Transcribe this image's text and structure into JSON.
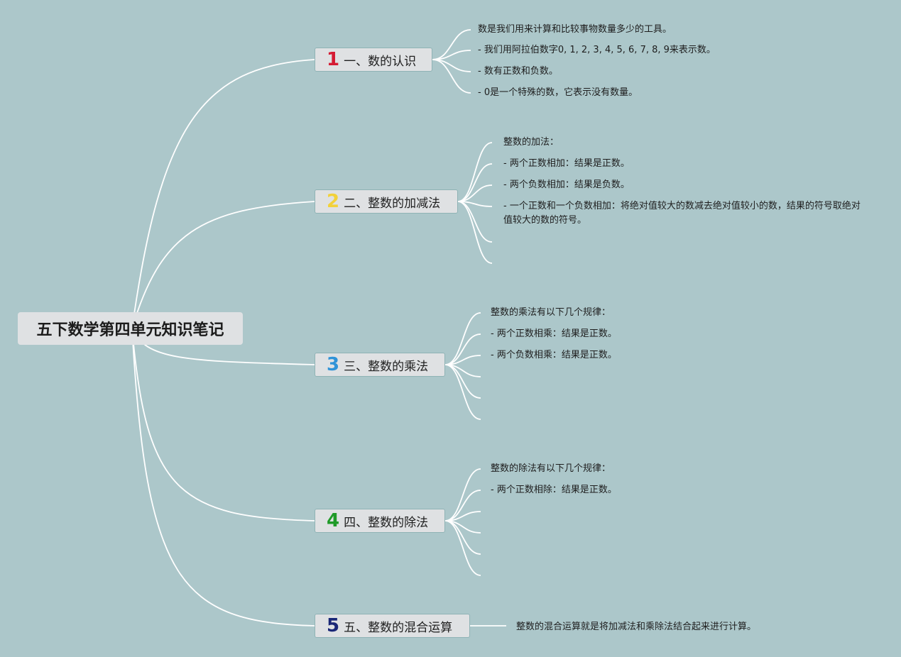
{
  "root": {
    "title": "五下数学第四单元知识笔记"
  },
  "colors": {
    "background": "#acc7ca",
    "edge": "#ffffff",
    "node_fill": "#dfe1e3",
    "number_colors": [
      "#d51b33",
      "#f2d13a",
      "#2f93d8",
      "#1f9a28",
      "#1a2777"
    ]
  },
  "branches": [
    {
      "number": "1",
      "label": "一、数的认识",
      "leaves": [
        "数是我们用来计算和比较事物数量多少的工具。",
        "- 我们用阿拉伯数字0, 1, 2, 3, 4, 5, 6, 7, 8, 9来表示数。",
        "- 数有正数和负数。",
        "- 0是一个特殊的数，它表示没有数量。"
      ]
    },
    {
      "number": "2",
      "label": "二、整数的加减法",
      "leaves": [
        "整数的加法：",
        "- 两个正数相加：结果是正数。",
        "- 两个负数相加：结果是负数。",
        "- 一个正数和一个负数相加：将绝对值较大的数减去绝对值较小的数，结果的符号取绝对值较大的数的符号。"
      ]
    },
    {
      "number": "3",
      "label": "三、整数的乘法",
      "leaves": [
        "整数的乘法有以下几个规律：",
        "- 两个正数相乘：结果是正数。",
        "- 两个负数相乘：结果是正数。"
      ]
    },
    {
      "number": "4",
      "label": "四、整数的除法",
      "leaves": [
        "整数的除法有以下几个规律：",
        "- 两个正数相除：结果是正数。"
      ]
    },
    {
      "number": "5",
      "label": "五、整数的混合运算",
      "leaves": [
        "整数的混合运算就是将加减法和乘除法结合起来进行计算。"
      ]
    }
  ]
}
